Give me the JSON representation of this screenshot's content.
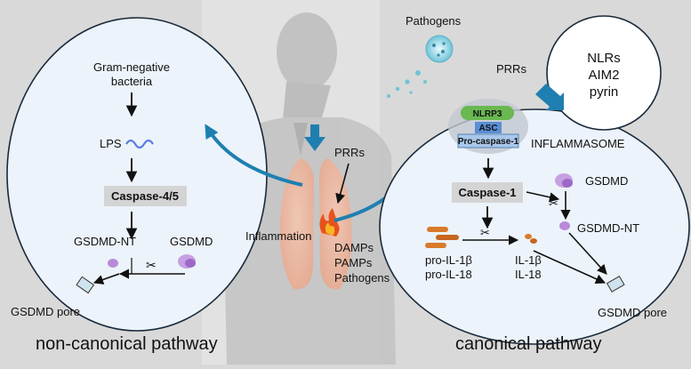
{
  "left": {
    "gram_negative_line1": "Gram-negative",
    "gram_negative_line2": "bacteria",
    "lps": "LPS",
    "caspase45": "Caspase-4/5",
    "gsdmd_nt": "GSDMD-NT",
    "gsdmd": "GSDMD",
    "gsdmd_pore": "GSDMD pore",
    "pathway_title": "non-canonical pathway"
  },
  "center": {
    "pathogens_top": "Pathogens",
    "prrs": "PRRs",
    "inflammation": "Inflammation",
    "damps": "DAMPs",
    "pamps": "PAMPs",
    "pathogens": "Pathogens"
  },
  "right": {
    "prrs": "PRRs",
    "nlrs": "NLRs",
    "aim2": "AIM2",
    "pyrin": "pyrin",
    "nlrp3": "NLRP3",
    "asc": "ASC",
    "pro_caspase1": "Pro-caspase-1",
    "inflammasome": "INFLAMMASOME",
    "caspase1": "Caspase-1",
    "gsdmd": "GSDMD",
    "gsdmd_nt": "GSDMD-NT",
    "pro_il1b": "pro-IL-1β",
    "pro_il18": "pro-IL-18",
    "il1b": "IL-1β",
    "il18": "IL-18",
    "gsdmd_pore": "GSDMD pore",
    "pathway_title": "canonical pathway"
  },
  "colors": {
    "cell_fill": "#ecf3fa",
    "cell_stroke": "#1a2a3a",
    "arrow_blue": "#1f7fb0",
    "caspase_box": "#d4d4d4",
    "nlrp3_green": "#69b850",
    "asc_blue": "#5b8ed4",
    "procasp_blue": "#a9c7ea",
    "gsdmd_purple": "#b98ad8",
    "il_orange": "#d97a2a"
  }
}
